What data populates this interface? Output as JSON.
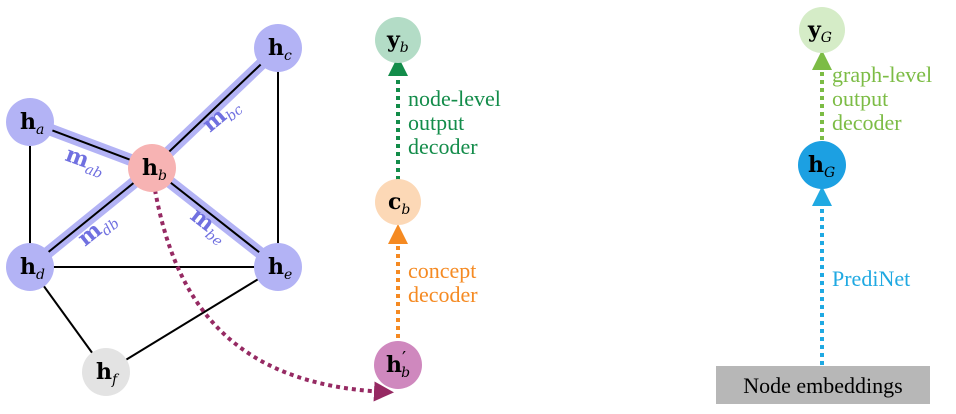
{
  "graph": {
    "nodes": {
      "a": {
        "main": "h",
        "sub": "a"
      },
      "b": {
        "main": "h",
        "sub": "b"
      },
      "c": {
        "main": "h",
        "sub": "c"
      },
      "d": {
        "main": "h",
        "sub": "d"
      },
      "e": {
        "main": "h",
        "sub": "e"
      },
      "f": {
        "main": "h",
        "sub": "f"
      }
    },
    "messages": {
      "ab": {
        "main": "m",
        "sub": "ab"
      },
      "bc": {
        "main": "m",
        "sub": "bc"
      },
      "db": {
        "main": "m",
        "sub": "db"
      },
      "be": {
        "main": "m",
        "sub": "be"
      }
    }
  },
  "node_pipeline": {
    "y": {
      "main": "y",
      "sub": "b"
    },
    "c": {
      "main": "c",
      "sub": "b"
    },
    "hprime": {
      "main": "h",
      "prime": "′",
      "sub": "b"
    },
    "output_decoder_lines": [
      "node-level",
      "output",
      "decoder"
    ],
    "concept_decoder_lines": [
      "concept",
      "decoder"
    ]
  },
  "graph_pipeline": {
    "y": {
      "main": "y",
      "sub": "G"
    },
    "h": {
      "main": "h",
      "sub": "G"
    },
    "output_decoder_lines": [
      "graph-level",
      "output",
      "decoder"
    ],
    "predinet_label": "PrediNet",
    "embeddings_label": "Node embeddings"
  },
  "colors": {
    "node_blue": "#b3b3f5",
    "node_pink": "#f7b3b3",
    "node_gray": "#e3e3e3",
    "msg_label": "#7070e0",
    "y_green": "#b3dcc6",
    "c_orange": "#fcd8b6",
    "hprime_purple": "#cf88be",
    "yG_green": "#d5ecc7",
    "hG_blue": "#1ca0e2",
    "dark_green": "#138c4a",
    "orange": "#f58a22",
    "light_green": "#7cbc45",
    "cyan": "#20a9e2",
    "maroon": "#962a63",
    "gray_box": "#b7b7b7"
  }
}
